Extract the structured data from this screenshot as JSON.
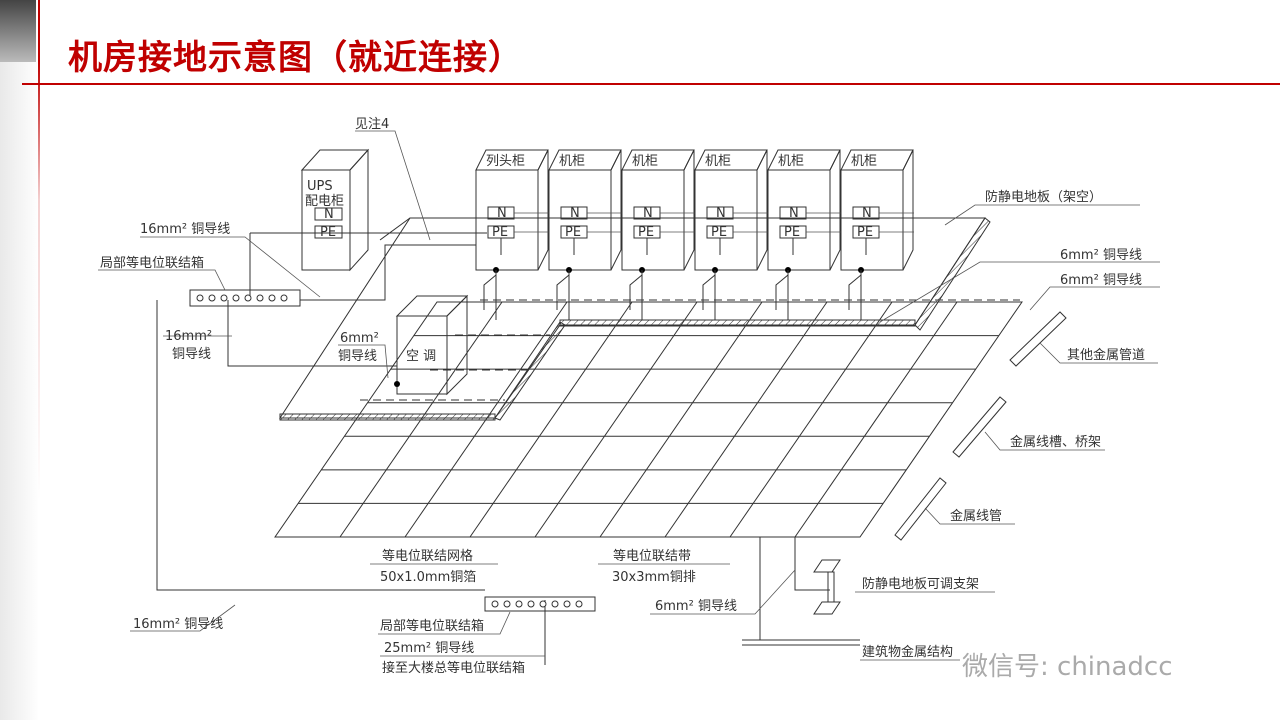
{
  "title": "机房接地示意图（就近连接）",
  "cabinets": [
    "列头柜",
    "机柜",
    "机柜",
    "机柜",
    "机柜",
    "机柜"
  ],
  "terminals": {
    "n": "N",
    "pe": "PE"
  },
  "ups": {
    "line1": "UPS",
    "line2": "配电柜"
  },
  "ac_unit": "空 调",
  "labels": {
    "see_note": "见注4",
    "wire16_top": "16mm² 铜导线",
    "local_box_top": "局部等电位联结箱",
    "wire16_mid_1": "16mm²",
    "wire16_mid_2": "铜导线",
    "wire6_ac_1": "6mm²",
    "wire6_ac_2": "铜导线",
    "raised_floor": "防静电地板（架空）",
    "wire6_a": "6mm² 铜导线",
    "wire6_b": "6mm² 铜导线",
    "other_pipes": "其他金属管道",
    "trunking": "金属线槽、桥架",
    "conduit": "金属线管",
    "grid_1": "等电位联结网格",
    "grid_2": "50x1.0mm铜箔",
    "strip_1": "等电位联结带",
    "strip_2": "30x3mm铜排",
    "floor_support": "防静电地板可调支架",
    "wire6_c": "6mm² 铜导线",
    "wire16_bottom": "16mm² 铜导线",
    "local_box_bottom": "局部等电位联结箱",
    "wire25": "25mm² 铜导线",
    "to_main_box": "接至大楼总等电位联结箱",
    "building_metal": "建筑物金属结构"
  },
  "watermark": "微信号: chinadcc",
  "colors": {
    "accent": "#c00000"
  }
}
